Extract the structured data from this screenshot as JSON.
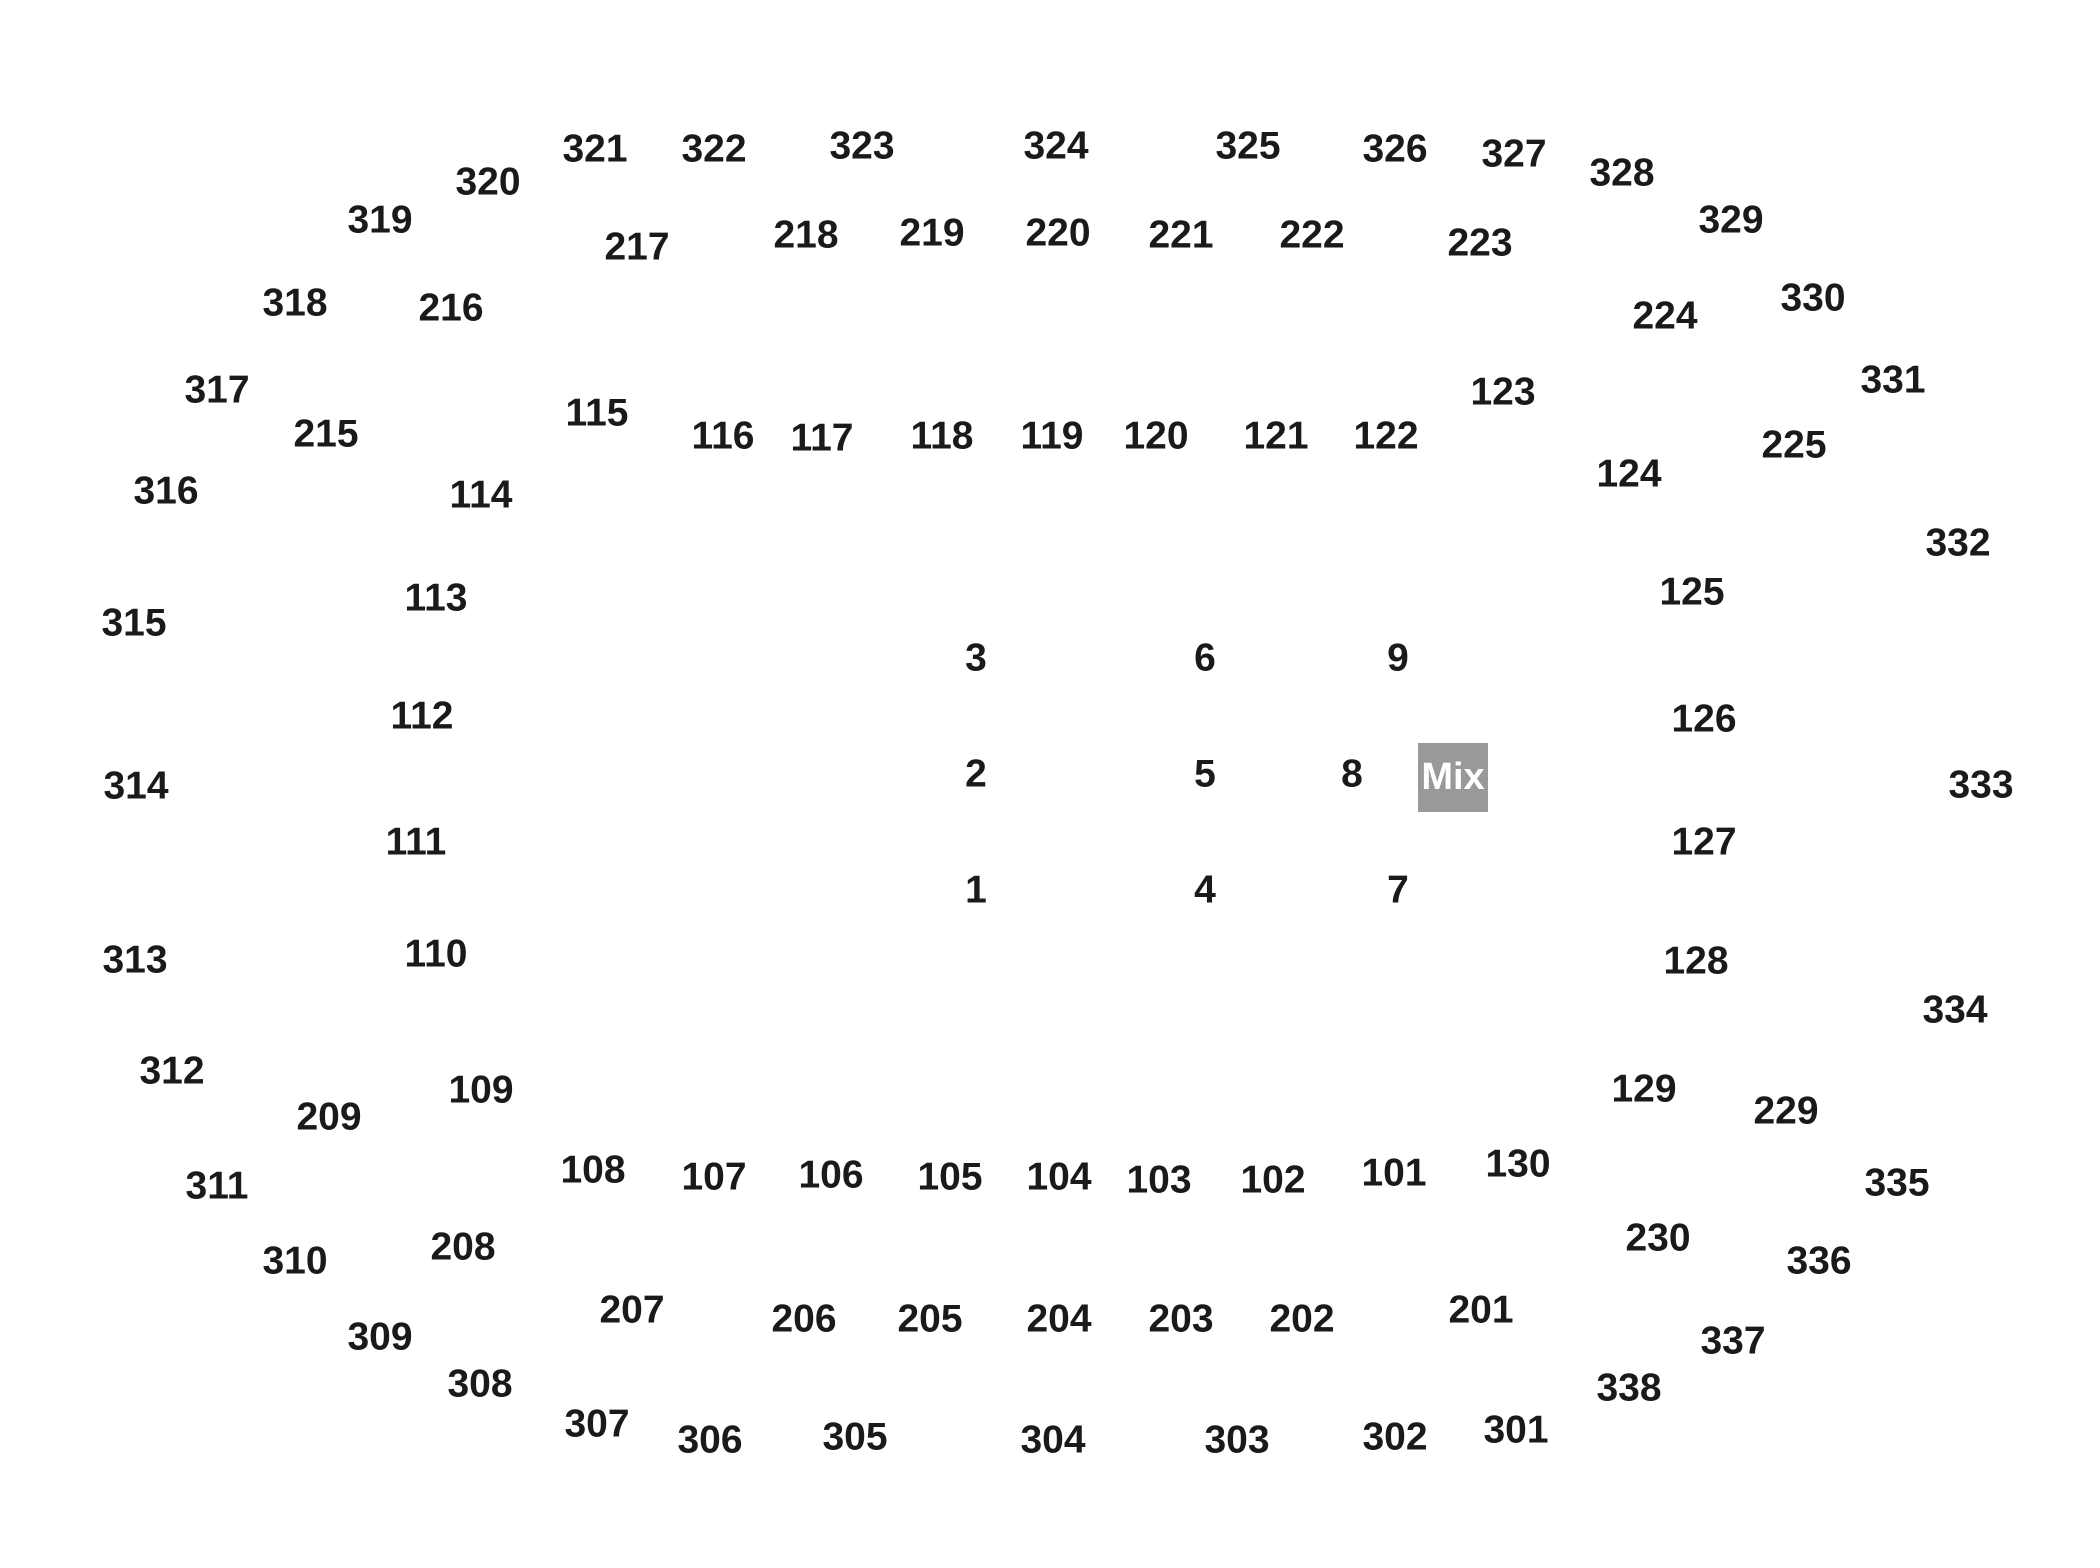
{
  "colors": {
    "background": "#ffffff",
    "label": "#1a1a1a",
    "mix_fill": "#999999",
    "mix_text": "#ffffff"
  },
  "mix_label": "Mix",
  "floor_sections": [
    "1",
    "2",
    "3",
    "4",
    "5",
    "6",
    "7",
    "8",
    "9"
  ],
  "sections_100s": [
    "101",
    "102",
    "103",
    "104",
    "105",
    "106",
    "107",
    "108",
    "109",
    "110",
    "111",
    "112",
    "113",
    "114",
    "115",
    "116",
    "117",
    "118",
    "119",
    "120",
    "121",
    "122",
    "123",
    "124",
    "125",
    "126",
    "127",
    "128",
    "129",
    "130"
  ],
  "sections_200s": [
    "201",
    "202",
    "203",
    "204",
    "205",
    "206",
    "207",
    "208",
    "209",
    "215",
    "216",
    "217",
    "218",
    "219",
    "220",
    "221",
    "222",
    "223",
    "224",
    "225",
    "229",
    "230"
  ],
  "sections_300s": [
    "301",
    "302",
    "303",
    "304",
    "305",
    "306",
    "307",
    "308",
    "309",
    "310",
    "311",
    "312",
    "313",
    "314",
    "315",
    "316",
    "317",
    "318",
    "319",
    "320",
    "321",
    "322",
    "323",
    "324",
    "325",
    "326",
    "327",
    "328",
    "329",
    "330",
    "331",
    "332",
    "333",
    "334",
    "335",
    "336",
    "337",
    "338"
  ]
}
